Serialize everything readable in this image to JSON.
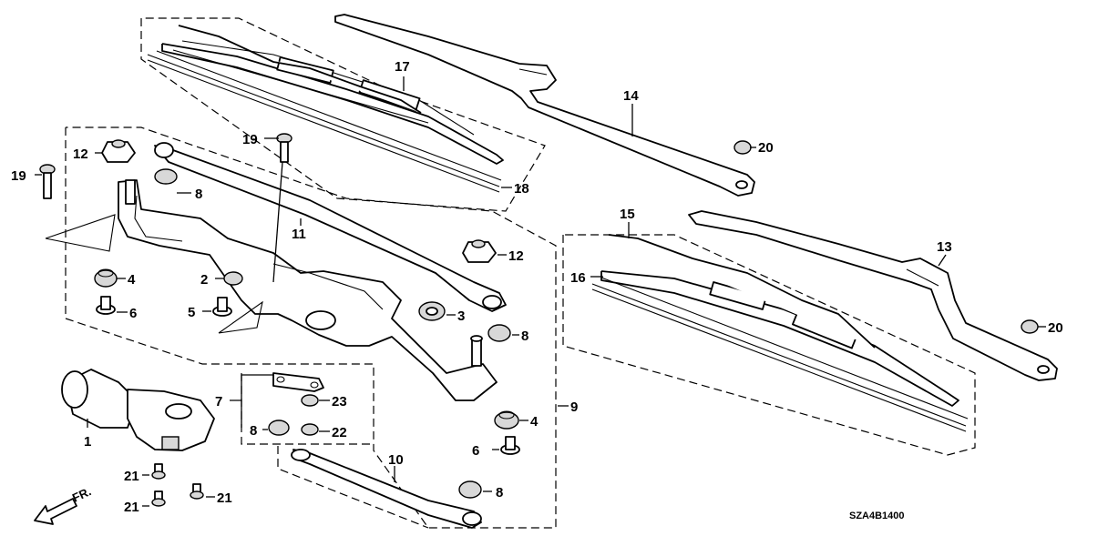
{
  "diagram_code": "SZA4B1400",
  "direction_marker": "FR.",
  "callouts": {
    "c1": "1",
    "c2": "2",
    "c3": "3",
    "c4a": "4",
    "c4b": "4",
    "c5": "5",
    "c6a": "6",
    "c6b": "6",
    "c7": "7",
    "c8a": "8",
    "c8b": "8",
    "c8c": "8",
    "c8d": "8",
    "c9": "9",
    "c10": "10",
    "c11": "11",
    "c12a": "12",
    "c12b": "12",
    "c13": "13",
    "c14": "14",
    "c15": "15",
    "c16": "16",
    "c17": "17",
    "c18": "18",
    "c19a": "19",
    "c19b": "19",
    "c20a": "20",
    "c20b": "20",
    "c21a": "21",
    "c21b": "21",
    "c21c": "21",
    "c22": "22",
    "c23": "23"
  }
}
